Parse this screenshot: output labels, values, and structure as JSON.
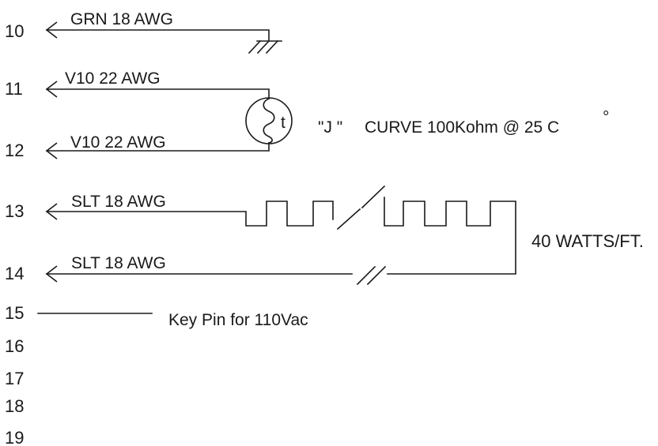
{
  "pins": [
    {
      "num": "10",
      "wire": "GRN 18 AWG"
    },
    {
      "num": "11",
      "wire": "V10 22 AWG"
    },
    {
      "num": "12",
      "wire": "V10 22 AWG"
    },
    {
      "num": "13",
      "wire": "SLT 18 AWG"
    },
    {
      "num": "14",
      "wire": "SLT 18 AWG"
    },
    {
      "num": "15",
      "wire": ""
    },
    {
      "num": "16",
      "wire": ""
    },
    {
      "num": "17",
      "wire": ""
    },
    {
      "num": "18",
      "wire": ""
    },
    {
      "num": "19",
      "wire": ""
    }
  ],
  "thermistor": {
    "symbol": "t",
    "type_label": "\"J \"",
    "curve_label": "CURVE 100Kohm @ 25 C",
    "degree": "°"
  },
  "heater": {
    "rating_num": "40",
    "rating_unit": "WATTS/FT."
  },
  "key_pin": {
    "label": "Key Pin for 110Vac"
  }
}
